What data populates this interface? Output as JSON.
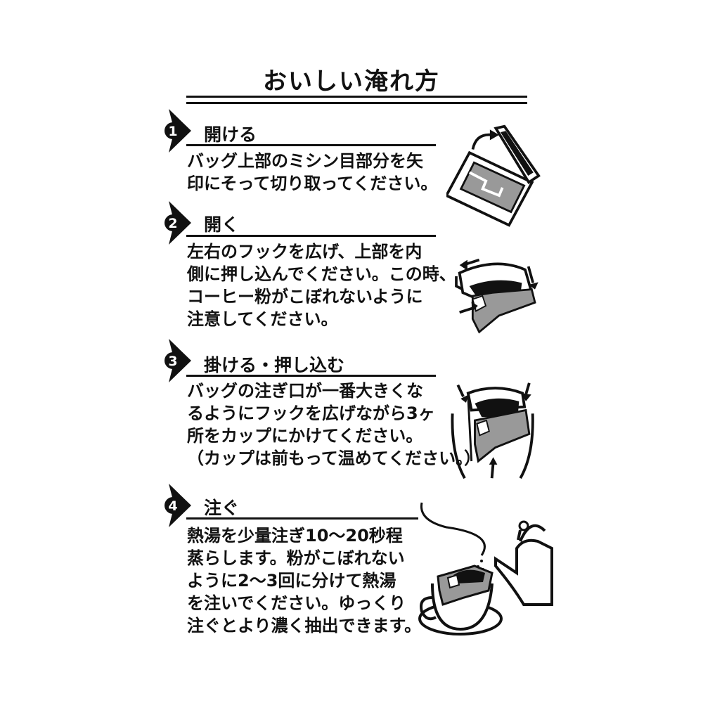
{
  "page_title": "おいしい淹れ方",
  "steps": [
    {
      "number": "1",
      "title": "開ける",
      "lines": [
        "バッグ上部のミシン目部分を矢",
        "印にそって切り取ってください。"
      ]
    },
    {
      "number": "2",
      "title": "開く",
      "lines": [
        "左右のフックを広げ、上部を内",
        "側に押し込んでください。この時、",
        "コーヒー粉がこぼれないように",
        "注意してください。"
      ]
    },
    {
      "number": "3",
      "title": "掛ける・押し込む",
      "lines": [
        "バッグの注ぎ口が一番大きくな",
        "るようにフックを広げながら3ヶ",
        "所をカップにかけてください。",
        "（カップは前もって温めてください。）"
      ]
    },
    {
      "number": "4",
      "title": "注ぐ",
      "lines": [
        "熱湯を少量注ぎ10〜20秒程",
        "蒸らします。粉がこぼれない",
        "ように2〜3回に分けて熱湯",
        "を注いでください。ゆっくり",
        "注ぐとより濃く抽出できます。"
      ]
    }
  ]
}
